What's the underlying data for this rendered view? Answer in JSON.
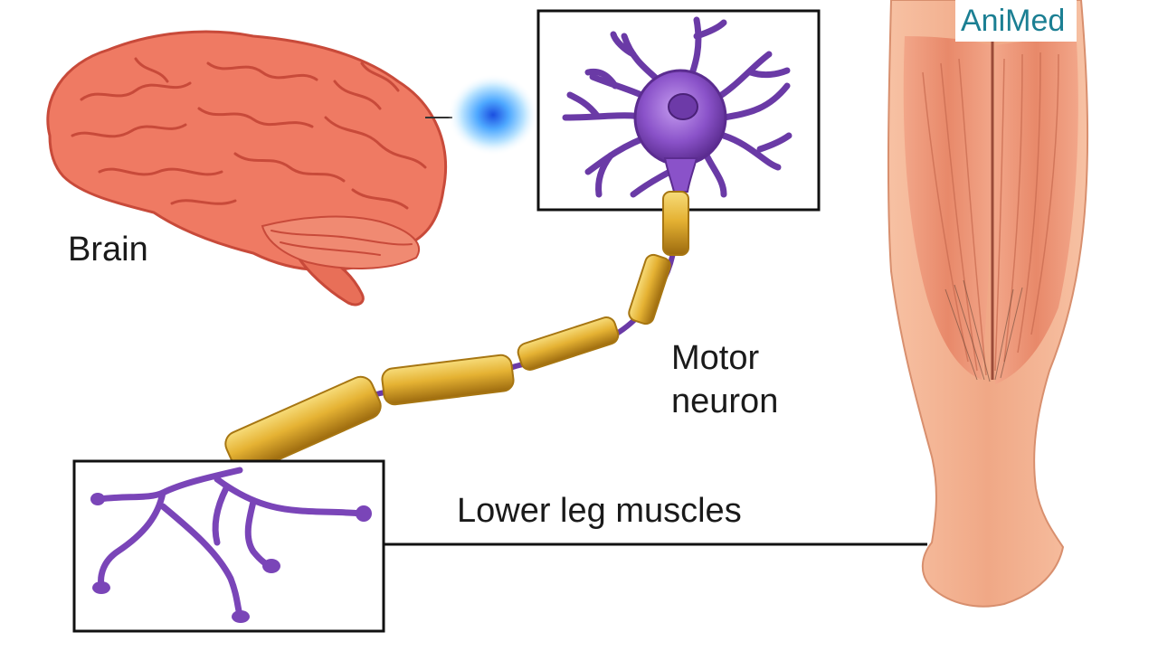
{
  "labels": {
    "brain": "Brain",
    "motor_neuron_line1": "Motor",
    "motor_neuron_line2": "neuron",
    "lower_leg_muscles": "Lower leg muscles"
  },
  "logo": {
    "text": "AniMed"
  },
  "colors": {
    "brain": "#ef7a63",
    "brain_dark": "#c84a3a",
    "neuron": "#8a52c9",
    "neuron_dark": "#5b2c90",
    "myelin": "#e5b233",
    "myelin_dark": "#a77612",
    "glow": "#3f7fe6",
    "muscle": "#e88b6a",
    "skin": "#f5b493",
    "logo": "#1b7f93"
  },
  "icons": {
    "brain": "brain-illustration",
    "neuron": "motor-neuron-cell-body",
    "axon": "myelinated-axon",
    "terminals": "axon-terminals",
    "leg": "lower-leg-muscles",
    "signal": "nerve-impulse-glow"
  }
}
